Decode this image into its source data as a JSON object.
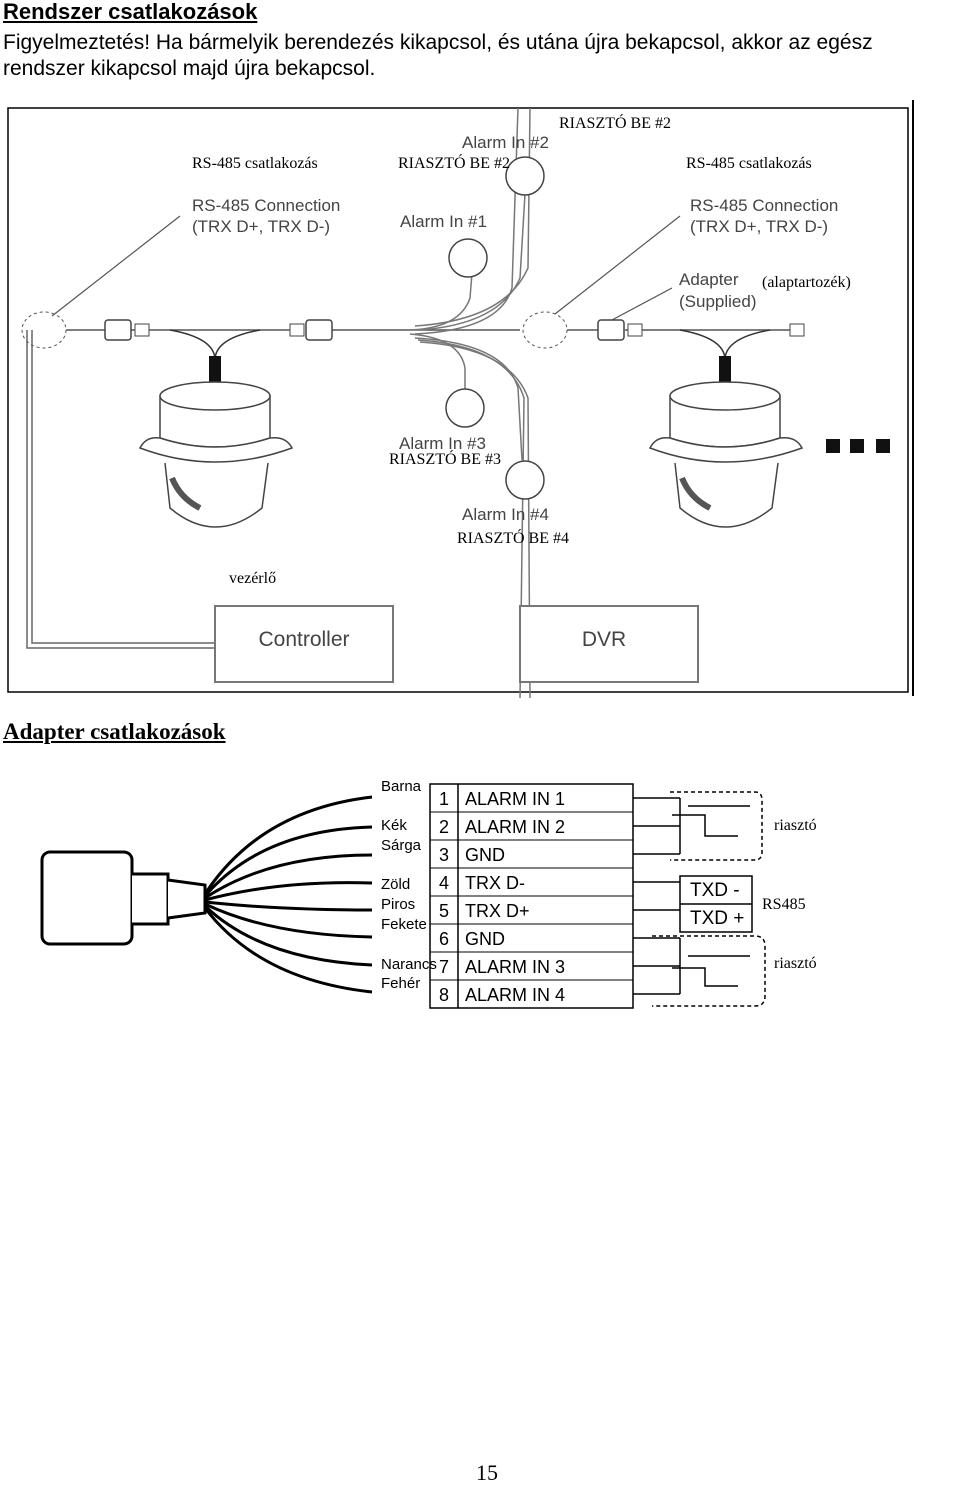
{
  "header": {
    "title": "Rendszer csatlakozások",
    "warning_line1": "Figyelmeztetés! Ha bármelyik berendezés kikapcsol, és utána újra bekapcsol, akkor az egész",
    "warning_line2": "rendszer kikapcsol majd újra bekapcsol."
  },
  "system_diagram": {
    "overlay": {
      "alarm2_top": "RIASZTÓ BE #2",
      "rs485_left": "RS-485 csatlakozás",
      "alarm2_mid": "RIASZTÓ BE #2",
      "rs485_right": "RS-485 csatlakozás",
      "adapter_supplied": "(alaptartozék)",
      "alarm3": "RIASZTÓ BE #3",
      "alarm4": "RIASZTÓ BE #4",
      "controller": "vezérlő"
    },
    "english": {
      "alarm_in_2": "Alarm In #2",
      "alarm_in_1": "Alarm In #1",
      "alarm_in_3": "Alarm In #3",
      "alarm_in_4": "Alarm In #4",
      "rs485_conn": "RS-485 Connection",
      "rs485_trx": "(TRX D+, TRX D-)",
      "adapter": "Adapter",
      "supplied": "(Supplied)",
      "controller_box": "Controller",
      "dvr_box": "DVR"
    }
  },
  "adapter_section": {
    "title": "Adapter csatlakozások",
    "wire_colors": [
      "Barna",
      "Kék",
      "Sárga",
      "Zöld",
      "Piros",
      "Fekete",
      "Narancs",
      "Fehér"
    ],
    "pins": [
      {
        "num": "1",
        "label": "ALARM IN 1"
      },
      {
        "num": "2",
        "label": "ALARM IN 2"
      },
      {
        "num": "3",
        "label": "GND"
      },
      {
        "num": "4",
        "label": "TRX D-"
      },
      {
        "num": "5",
        "label": "TRX D+"
      },
      {
        "num": "6",
        "label": "GND"
      },
      {
        "num": "7",
        "label": "ALARM IN 3"
      },
      {
        "num": "8",
        "label": "ALARM IN 4"
      }
    ],
    "txd_minus": "TXD -",
    "txd_plus": "TXD +",
    "label_alarm_top": "riasztó",
    "label_rs485": "RS485",
    "label_alarm_bottom": "riasztó"
  },
  "footer": {
    "page_number": "15"
  }
}
